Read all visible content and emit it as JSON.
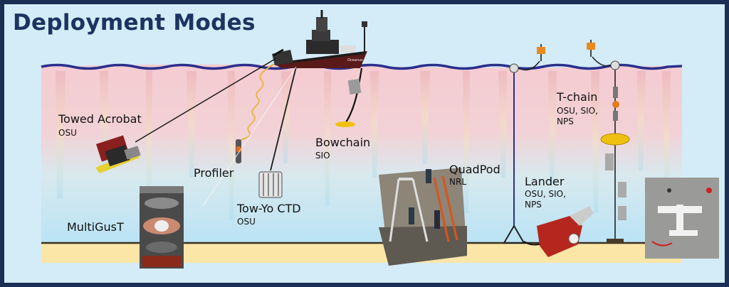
{
  "title": "Deployment Modes",
  "ship": {
    "name": "Oceanus"
  },
  "modes": [
    {
      "name": "Towed Acrobat",
      "org": "OSU"
    },
    {
      "name": "Profiler",
      "org": ""
    },
    {
      "name": "Tow-Yo CTD",
      "org": "OSU"
    },
    {
      "name": "Bowchain",
      "org": "SIO"
    },
    {
      "name": "QuadPod",
      "org": "NRL"
    },
    {
      "name": "Lander",
      "org": "OSU, SIO,\nNPS"
    },
    {
      "name": "T-chain",
      "org": "OSU, SIO,\nNPS"
    },
    {
      "name": "MultiGusT",
      "org": ""
    }
  ],
  "colors": {
    "frame": "#1b2f55",
    "sky": "#d3ecf7",
    "sea_upper": "#f3c9cf",
    "sea_lower": "#bfe6f6",
    "seabed": "#fbe6a8",
    "surface_line": "#2a2f8c",
    "float": "#f0c010",
    "title": "#1d3360"
  }
}
